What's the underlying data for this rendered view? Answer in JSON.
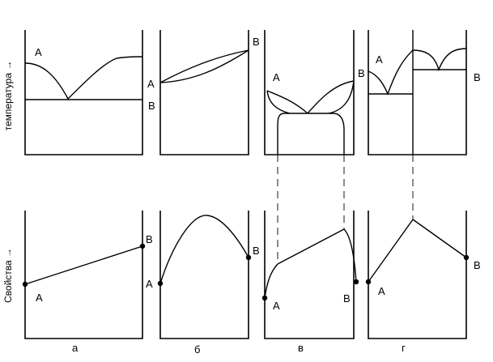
{
  "axis_titles": {
    "temperature": "температура →",
    "properties": "Свойства →"
  },
  "panels": [
    {
      "caption": "а",
      "phase_labels": {
        "a_top": "A",
        "b_top": "B",
        "a_bottom": "A",
        "b_bottom": "B"
      }
    },
    {
      "caption": "б",
      "phase_labels": {
        "a_top": "A",
        "b_top": "B",
        "a_bottom": "A",
        "b_bottom": "B"
      }
    },
    {
      "caption": "в",
      "phase_labels": {
        "a_top": "A",
        "a_bottom": "A",
        "b_bottom": "B"
      }
    },
    {
      "caption": "г",
      "phase_labels": {
        "a_top": "A",
        "b_top_left": "B",
        "b_top_right": "B",
        "a_bottom": "A",
        "b_bottom": "B"
      }
    }
  ]
}
